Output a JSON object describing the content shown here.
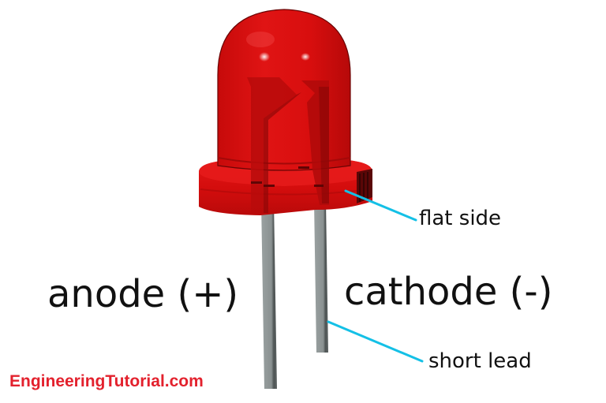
{
  "diagram": {
    "subject": "LED (light-emitting diode)",
    "labels": {
      "anode": "anode (+)",
      "cathode": "cathode (-)",
      "flat_side": "flat side",
      "short_lead": "short lead"
    },
    "watermark": "EngineeringTutorial.com"
  },
  "colors": {
    "led_body": "#d80e0e",
    "led_body_dark": "#a90808",
    "lead_metal": "#8c9393",
    "lead_shadow": "#4e5454",
    "callout_line": "#14c0e6",
    "label_text": "#111111",
    "watermark": "#e3212d",
    "background": "#ffffff"
  }
}
